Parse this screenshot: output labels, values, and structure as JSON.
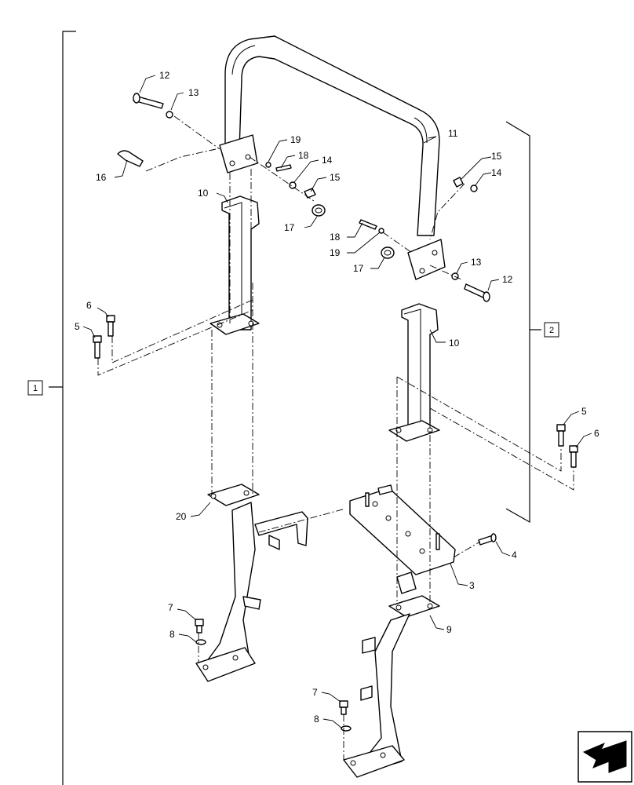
{
  "callouts": {
    "c1": "1",
    "c2": "2",
    "c3": "3",
    "c4": "4",
    "c5a": "5",
    "c5b": "5",
    "c6a": "6",
    "c6b": "6",
    "c7a": "7",
    "c7b": "7",
    "c8a": "8",
    "c8b": "8",
    "c9": "9",
    "c10a": "10",
    "c10b": "10",
    "c11": "11",
    "c12a": "12",
    "c12b": "12",
    "c13a": "13",
    "c13b": "13",
    "c14a": "14",
    "c14b": "14",
    "c15a": "15",
    "c15b": "15",
    "c16": "16",
    "c17a": "17",
    "c17b": "17",
    "c18a": "18",
    "c18b": "18",
    "c19a": "19",
    "c19b": "19",
    "c20": "20"
  },
  "nav_icon": "next-page-arrow-icon"
}
